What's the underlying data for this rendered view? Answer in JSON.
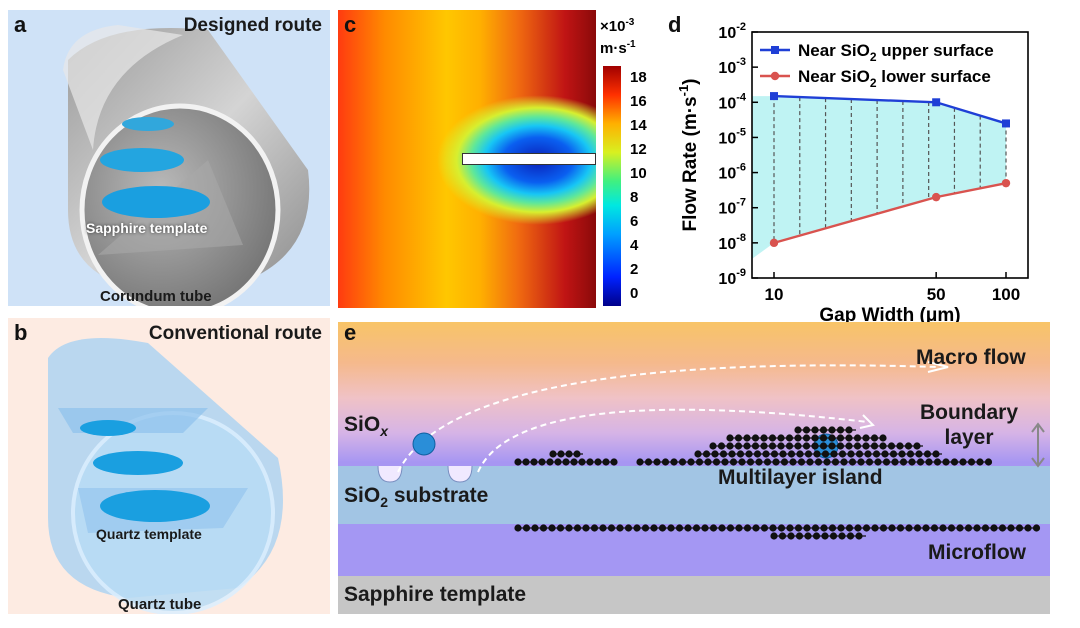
{
  "panel_a": {
    "label": "a",
    "title": "Designed route",
    "template_label": "Sapphire template",
    "tube_label": "Corundum tube"
  },
  "panel_b": {
    "label": "b",
    "title": "Conventional route",
    "template_label": "Quartz template",
    "tube_label": "Quartz tube"
  },
  "panel_c": {
    "label": "c",
    "unit_top": "×10",
    "unit_exp": "-3",
    "unit_bottom": "m·s",
    "unit_bottom_exp": "-1",
    "colorbar_ticks": [
      "18",
      "16",
      "14",
      "12",
      "10",
      "8",
      "6",
      "4",
      "2",
      "0"
    ]
  },
  "panel_d": {
    "label": "d"
  },
  "chart_data": {
    "type": "line",
    "x": [
      10,
      50,
      100
    ],
    "x_tick_labels": [
      "10",
      "50",
      "100"
    ],
    "xlabel": "Gap Width (μm)",
    "ylabel": "Flow Rate (m·s-1)",
    "y_scale": "log",
    "ylim": [
      1e-09,
      0.01
    ],
    "y_tick_labels": [
      "10-2",
      "10-3",
      "10-4",
      "10-5",
      "10-6",
      "10-7",
      "10-8",
      "10-9"
    ],
    "series": [
      {
        "name": "Near SiO2 upper surface",
        "values": [
          0.00015,
          0.0001,
          2.5e-05
        ],
        "color": "#1f3fd6",
        "marker": "square"
      },
      {
        "name": "Near SiO2 lower surface",
        "values": [
          1e-08,
          2e-07,
          5e-07
        ],
        "color": "#d9534f",
        "marker": "circle"
      }
    ],
    "legend": {
      "upper_prefix": "Near SiO",
      "upper_sub": "2",
      "upper_suffix": " upper surface",
      "lower_prefix": "Near SiO",
      "lower_sub": "2",
      "lower_suffix": " lower surface"
    },
    "fill_between": true,
    "legend_position": "top",
    "grid": false
  },
  "panel_e": {
    "label": "e",
    "macro_flow": "Macro flow",
    "boundary_layer": "Boundary",
    "boundary_layer_2": "layer",
    "siox_prefix": "SiO",
    "siox_sub": "x",
    "substrate_prefix": "SiO",
    "substrate_sub": "2",
    "substrate_suffix": " substrate",
    "multilayer_island": "Multilayer island",
    "microflow": "Microflow",
    "sapphire_template": "Sapphire template"
  }
}
